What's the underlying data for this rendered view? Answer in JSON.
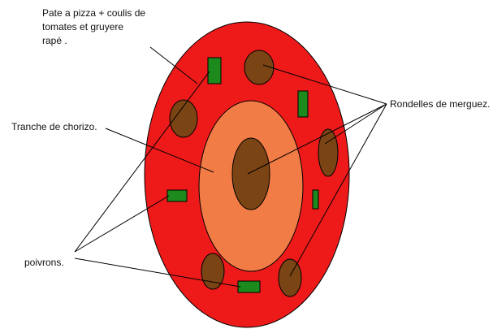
{
  "labels": {
    "pate_line1": "Pate a pizza + coulis de",
    "pate_line2": "tomates et gruyere",
    "pate_line3": "rapé .",
    "chorizo": "Tranche de chorizo.",
    "merguez": "Rondelles de merguez.",
    "poivrons": "poivrons."
  },
  "colors": {
    "pizza_base": "#ee1a1a",
    "chorizo_slice": "#f27c45",
    "merguez": "#7a4414",
    "poivron": "#1c8a1c",
    "outline": "#000000"
  }
}
